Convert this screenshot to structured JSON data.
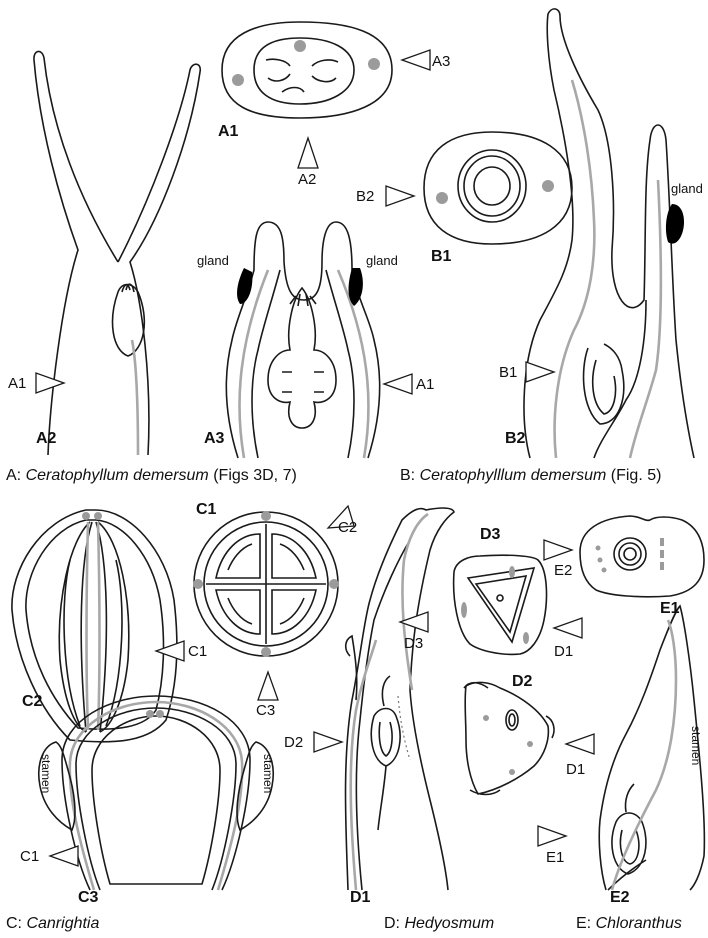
{
  "colors": {
    "outline": "#1a1a1a",
    "vascular_strand": "#a8a8a8",
    "dot": "#9b9b9b",
    "gland": "#000000"
  },
  "panels": {
    "A": {
      "caption": {
        "letter": "A:",
        "species": "Ceratophyllum demersum",
        "ref": "(Figs 3D, 7)"
      },
      "labels": {
        "a1": "A1",
        "a2": "A2",
        "a3": "A3"
      },
      "arrows": {
        "a3_on_a1": "A3",
        "a2_on_a1": "A2",
        "a1_on_a2": "A1",
        "a1_on_a3": "A1"
      },
      "gland_left": "gland",
      "gland_right": "gland"
    },
    "B": {
      "caption": {
        "letter": "B:",
        "species": "Ceratophylllum demersum",
        "ref": "(Fig. 5)"
      },
      "labels": {
        "b1": "B1",
        "b2": "B2"
      },
      "arrows": {
        "b2_on_b1": "B2",
        "b1_on_b2": "B1"
      },
      "gland": "gland"
    },
    "C": {
      "caption": {
        "letter": "C:",
        "species": "Canrightia"
      },
      "labels": {
        "c1": "C1",
        "c2": "C2",
        "c3": "C3"
      },
      "arrows": {
        "c2_on_c1": "C2",
        "c3_on_c1": "C3",
        "c1_on_c2": "C1",
        "c1_on_c3": "C1"
      },
      "stamen_left": "stamen",
      "stamen_right": "stamen"
    },
    "D": {
      "caption": {
        "letter": "D:",
        "species": "Hedyosmum"
      },
      "labels": {
        "d1": "D1",
        "d2": "D2",
        "d3": "D3"
      },
      "arrows": {
        "d3_on_d1": "D3",
        "d2_on_d1": "D2",
        "d1_on_d3": "D1",
        "d1_on_d2": "D1"
      }
    },
    "E": {
      "caption": {
        "letter": "E:",
        "species": "Chloranthus"
      },
      "labels": {
        "e1": "E1",
        "e2": "E2"
      },
      "arrows": {
        "e2_on_e1": "E2",
        "e1_on_e2": "E1"
      },
      "stamen": "stamen"
    }
  }
}
